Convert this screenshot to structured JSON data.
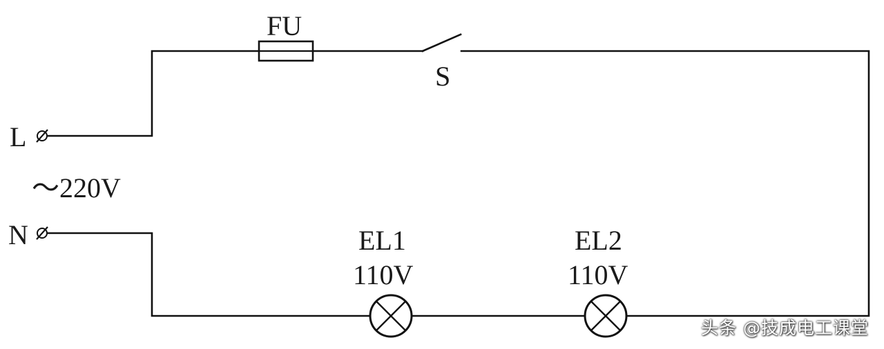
{
  "labels": {
    "fuse": "FU",
    "switch": "S",
    "line_terminal": "L",
    "neutral_terminal": "N",
    "supply": "～220V",
    "lamp1_name": "EL1",
    "lamp1_voltage": "110V",
    "lamp2_name": "EL2",
    "lamp2_voltage": "110V"
  },
  "watermark": "头条 @技成电工课堂"
}
